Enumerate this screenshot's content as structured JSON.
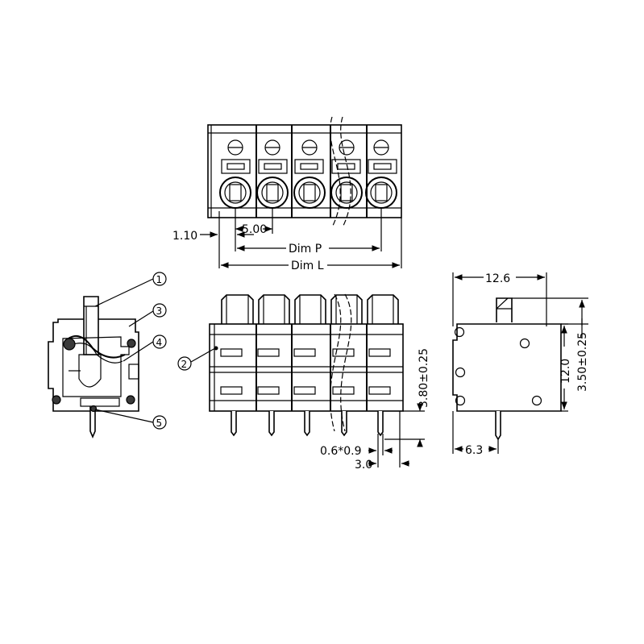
{
  "dimensions": {
    "offset_1_10": "1.10",
    "pitch_5_00": "5.00",
    "dim_p": "Dim  P",
    "dim_l": "Dim  L",
    "width_12_6": "12.6",
    "height_12_0": "12.0",
    "tol_3_50": "3.50±0.25",
    "tol_3_80": "3.80±0.25",
    "pin_0_6x0_9": "0.6*0.9",
    "pin_3_0": "3.0",
    "pin_6_3": "6.3"
  },
  "callouts": [
    "1",
    "2",
    "3",
    "4",
    "5"
  ],
  "colors": {
    "line": "#000000",
    "fill": "#ffffff",
    "dark": "#3a3a3a"
  }
}
